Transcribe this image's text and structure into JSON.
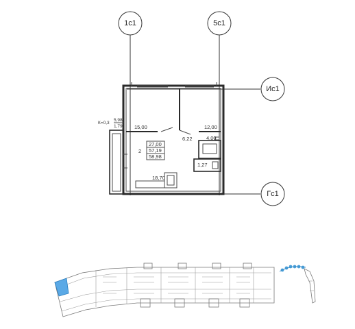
{
  "axes": {
    "a1": "1с1",
    "a5": "5с1",
    "i": "Ис1",
    "g": "Гс1"
  },
  "areas": {
    "room_large": "15,00",
    "room_right": "12,00",
    "hall": "6,22",
    "bath": "4,00",
    "wc": "1,27",
    "kitchen": "18,70"
  },
  "summary": {
    "rooms": "2",
    "living": "27,00",
    "total_no_balcony": "57,19",
    "total": "58,98"
  },
  "balcony": {
    "coef": "К=0,3",
    "full": "5,98",
    "reduced": "1,79"
  },
  "colors": {
    "highlight": "#5aa9e6",
    "key_blue": "#4a9fd8"
  }
}
